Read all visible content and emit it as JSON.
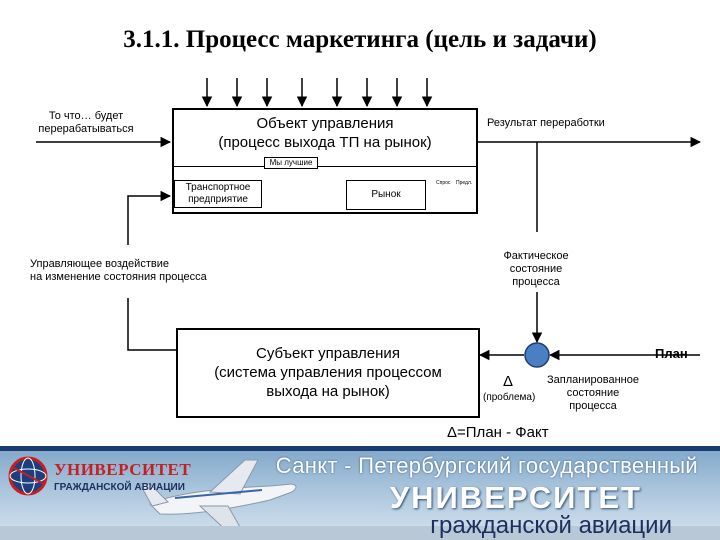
{
  "title": "3.1.1. Процесс маркетинга (цель и задачи)",
  "input_label": [
    "То что… будет",
    "перерабатываться"
  ],
  "object_box": [
    "Объект управления",
    "(процесс выхода ТП на рынок)"
  ],
  "result_label": "Результат переработки",
  "we_best_label": "Мы лучшие",
  "transport_box": [
    "Транспортное",
    "предприятие"
  ],
  "market_box": "Рынок",
  "mini_chart_labels": [
    "Спрос",
    "Предл."
  ],
  "control_label": [
    "Управляющее воздействие",
    "на изменение состояния процесса"
  ],
  "actual_state": [
    "Фактическое",
    "состояние",
    "процесса"
  ],
  "subject_box": [
    "Субъект управления",
    "(система управления процессом",
    "выхода на рынок)"
  ],
  "plan_label": "План",
  "delta_symbol": "Δ",
  "problem_label": "(проблема)",
  "planned_state": [
    "Запланированное",
    "состояние",
    "процесса"
  ],
  "formula": "Δ=План - Факт",
  "banner": {
    "line1": "Санкт - Петербургский государственный",
    "line2": "УНИВЕРСИТЕТ",
    "line3": "гражданской авиации",
    "logo_line1": "УНИВЕРСИТЕТ",
    "logo_line2": "ГРАЖДАНСКОЙ АВИАЦИИ"
  },
  "colors": {
    "comparator": "#4a7fc1",
    "banner_text_dark": "#1c2f5e",
    "logo_red": "#c81e1e"
  }
}
